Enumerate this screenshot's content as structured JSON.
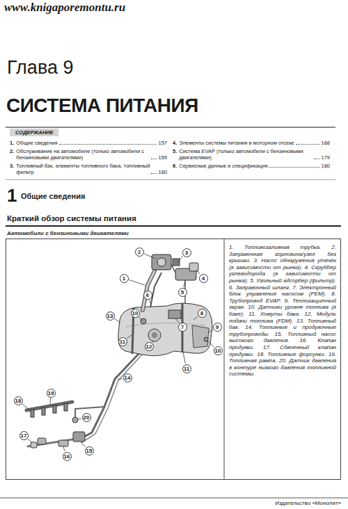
{
  "diagram": {
    "title": "СИСТЕМА ПИТАНИЯ",
    "nodes": [
      {
        "text": [
          "СОДЕРЖАНИЕ",
          "1.",
          "Общие сведения",
          "157",
          "2.",
          "Обслуживание на автомобиле (только автомобили с бензиновыми двигателями)",
          "159",
          "3.",
          "Топливный бак, элементы топливного бака, топливный фильтр",
          "160",
          "4.",
          "Элементы системы питания в моторном отсеке",
          "168",
          "5.",
          "Система EVAP (только автомобили с бензиновыми двигателями)",
          "179",
          "6.",
          "Сервисные данные и спецификация",
          "180"
        ]
      },
      {
        "text": [
          "1. Топливозаливная трубка. 2. Заправочная горловина/узел без крышки. 3. Насос обнаружения утечек (в зависимости от рынка). 4. Скруббер углеводорода (в зависимости от рынка). 5. Угольный адсорбер (фильтр). 6. Заправочный шланг. 7. Электронный блок управления насосом (PEM). 8. Трубопровод EVAP. 9. Теплозащитный экран. 10. Датчики уровня топлива (в баке). 11. Хомуты бака. 12. Модуль подачи топлива (FDM). 13. Топливный бак. 14. Топливные и продувочные трубопроводы. 15. Топливный насос высокого давления. 16. Клапан продувки. 17. Сдвоенный клапан продувки. 18. Топливные форсунки. 19. Топливная рампа. 20. Датчик давления в контуре низкого давления топливной системы."
        ]
      }
    ],
    "labels": [
      "www.knigaporemontu.ru",
      "Глава 9",
      "1",
      "Общие сведения",
      "Краткий обзор системы питания",
      "Автомобили с бензиновыми двигателями",
      "2",
      "3",
      "1",
      "4",
      "6",
      "5",
      "10",
      "7",
      "8",
      "13",
      "9",
      "10",
      "12",
      "11",
      "11",
      "14",
      "19",
      "18",
      "20",
      "15",
      "17",
      "16",
      "Издательство «Монолит»"
    ]
  }
}
